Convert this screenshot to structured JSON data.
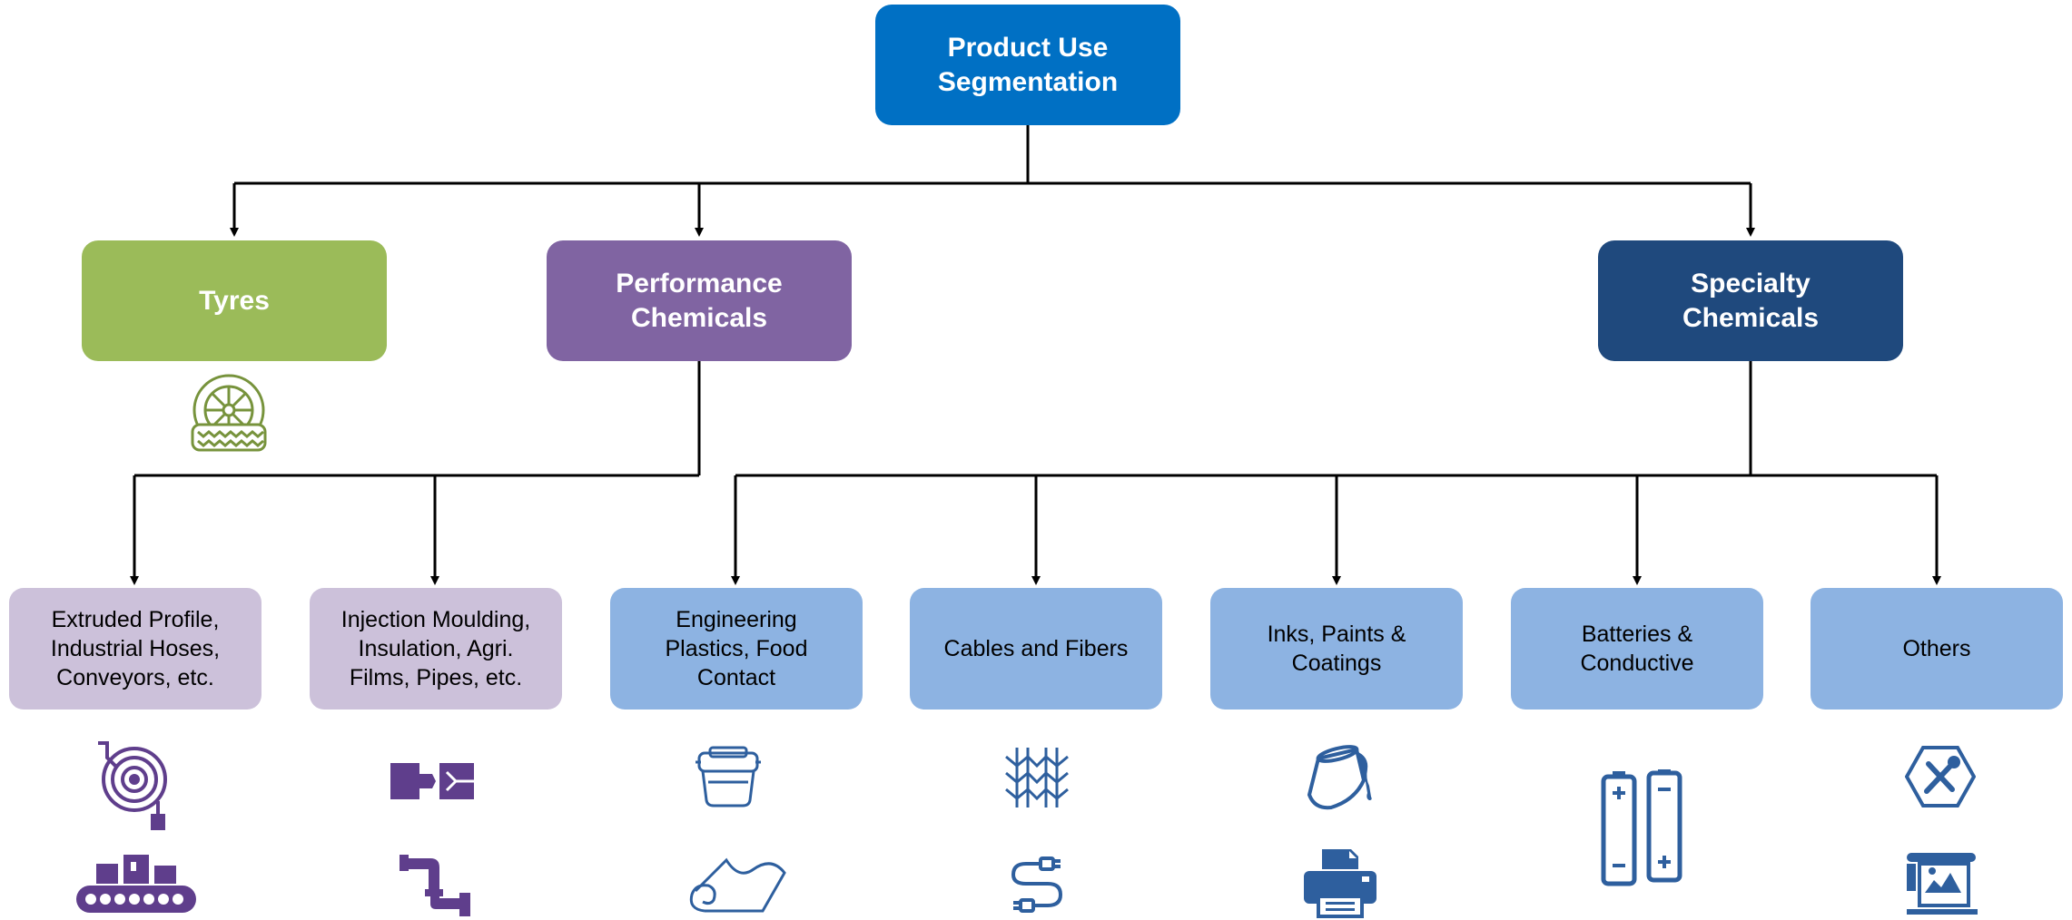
{
  "root": {
    "label": "Product Use\nSegmentation",
    "color": "#0070C4"
  },
  "categories": [
    {
      "key": "tyres",
      "label": "Tyres",
      "color": "#9BBB59"
    },
    {
      "key": "performance",
      "label": "Performance\nChemicals",
      "color": "#8064A2"
    },
    {
      "key": "specialty",
      "label": "Specialty\nChemicals",
      "color": "#1F497D"
    }
  ],
  "subcategories": [
    {
      "label": "Extruded Profile,\nIndustrial Hoses,\nConveyors, etc.",
      "parent": "performance",
      "color": "#CCC1DA",
      "icons": [
        "hose-reel-icon",
        "conveyor-belt-icon"
      ]
    },
    {
      "label": "Injection Moulding,\nInsulation, Agri.\nFilms, Pipes, etc.",
      "parent": "performance",
      "color": "#CCC1DA",
      "icons": [
        "injection-mould-icon",
        "pipe-icon"
      ]
    },
    {
      "label": "Engineering\nPlastics, Food\nContact",
      "parent": "specialty",
      "color": "#8DB3E2",
      "icons": [
        "food-container-icon",
        "plastic-film-icon"
      ]
    },
    {
      "label": "Cables and Fibers",
      "parent": "specialty",
      "color": "#8DB3E2",
      "icons": [
        "fiber-icon",
        "cable-icon"
      ]
    },
    {
      "label": "Inks, Paints &\nCoatings",
      "parent": "specialty",
      "color": "#8DB3E2",
      "icons": [
        "paint-bucket-icon",
        "printer-icon"
      ]
    },
    {
      "label": "Batteries &\nConductive",
      "parent": "specialty",
      "color": "#8DB3E2",
      "icons": [
        "battery-icon"
      ]
    },
    {
      "label": "Others",
      "parent": "specialty",
      "color": "#8DB3E2",
      "icons": [
        "tools-hexagon-icon",
        "display-stand-icon"
      ]
    }
  ],
  "icon_colors": {
    "tyre": "#77933C",
    "performance": "#5F3E8C",
    "specialty": "#2E5F9E"
  }
}
